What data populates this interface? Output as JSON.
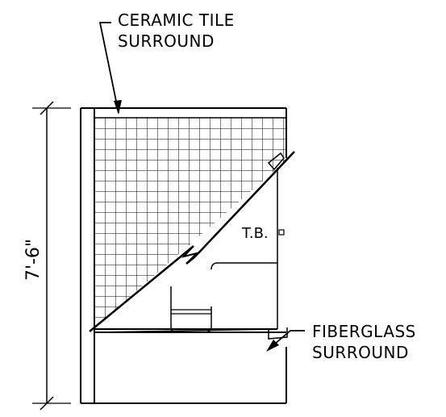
{
  "labels": {
    "ceramic_line1": "CERAMIC TILE",
    "ceramic_line2": "SURROUND",
    "fiberglass_line1": "FIBERGLASS",
    "fiberglass_line2": "SURROUND",
    "towel_bar": "T.B.",
    "height_dimension": "7'-6\""
  }
}
